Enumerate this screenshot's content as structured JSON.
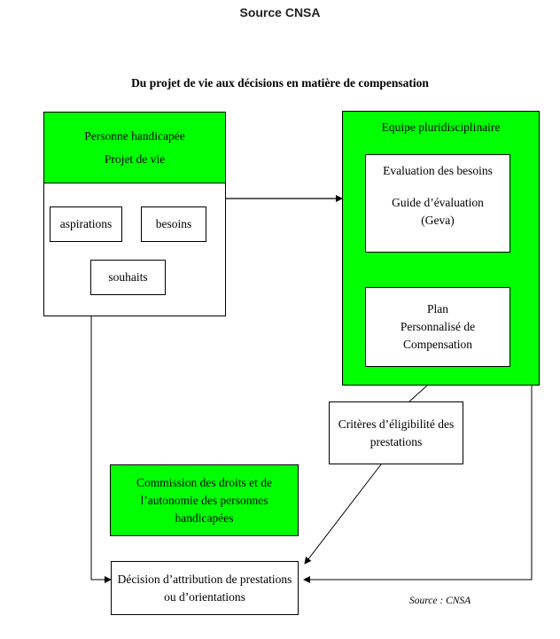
{
  "header": {
    "source_title": "Source CNSA"
  },
  "diagram": {
    "title": "Du projet de vie aux décisions en matière de compensation",
    "person": {
      "line1": "Personne handicapée",
      "line2": "Projet de vie",
      "aspirations": "aspirations",
      "besoins": "besoins",
      "souhaits": "souhaits"
    },
    "team": {
      "title": "Equipe pluridisciplinaire",
      "evaluation": {
        "line1": "Evaluation des besoins",
        "line2": "Guide d’évaluation",
        "line3": "(Geva)"
      },
      "plan": {
        "line1": "Plan",
        "line2": "Personnalisé de",
        "line3": "Compensation"
      }
    },
    "criteria": {
      "line1": "Critères d’éligibilité des",
      "line2": "prestations"
    },
    "commission": {
      "line1": "Commission des droits et de",
      "line2": "l’autonomie des personnes",
      "line3": "handicapées"
    },
    "decision": {
      "line1": "Décision d’attribution de prestations",
      "line2": "ou d’orientations"
    },
    "source_note": "Source : CNSA",
    "colors": {
      "green_fill": "#00ff00",
      "stroke": "#000000",
      "background": "#ffffff"
    }
  }
}
